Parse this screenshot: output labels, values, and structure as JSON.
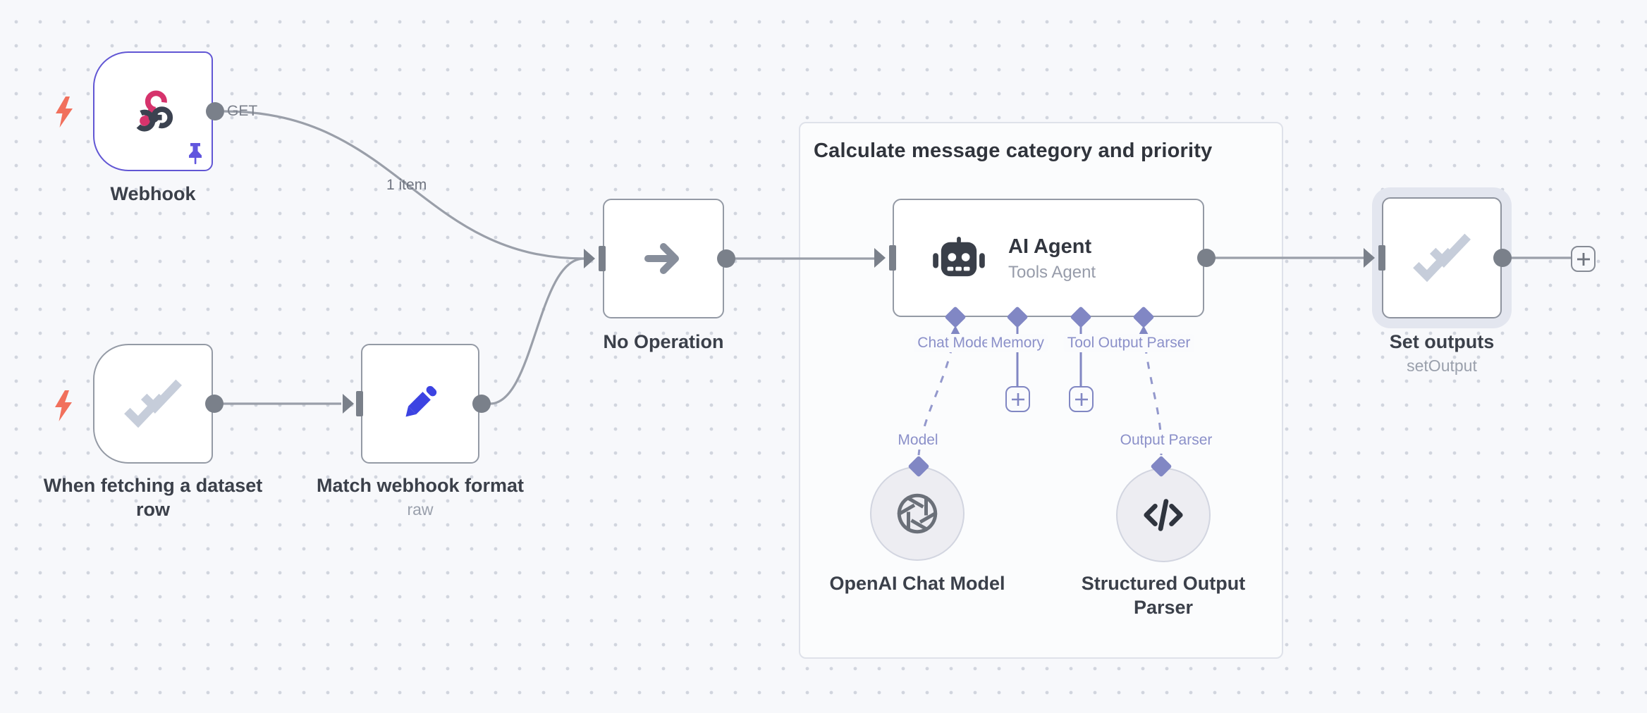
{
  "workflow": {
    "group_title": "Calculate message category and priority",
    "webhook": {
      "title": "Webhook",
      "endpoint_label": "GET",
      "items_label": "1 item"
    },
    "dataset_trigger": {
      "title_line1": "When fetching a dataset",
      "title_line2": "row"
    },
    "match_format": {
      "title": "Match webhook format",
      "subtitle": "raw"
    },
    "no_operation": {
      "title": "No Operation"
    },
    "ai_agent": {
      "title": "AI Agent",
      "subtitle": "Tools Agent",
      "ports": {
        "chat_model": "Chat Model",
        "memory": "Memory",
        "tool": "Tool",
        "output_parser": "Output Parser"
      }
    },
    "openai_model": {
      "title": "OpenAI Chat Model",
      "port_label": "Model"
    },
    "structured_parser": {
      "title_line1": "Structured Output",
      "title_line2": "Parser",
      "port_label": "Output Parser"
    },
    "set_outputs": {
      "title": "Set outputs",
      "subtitle": "setOutput"
    }
  },
  "colors": {
    "selection_purple": "#6156d4",
    "connector_indigo": "#8187c4",
    "trigger_orange": "#f1705c",
    "webhook_pink": "#d6336c",
    "webhook_slate": "#3b4250",
    "pencil_blue": "#3c43e2",
    "line_gray": "#9a9fa9"
  }
}
